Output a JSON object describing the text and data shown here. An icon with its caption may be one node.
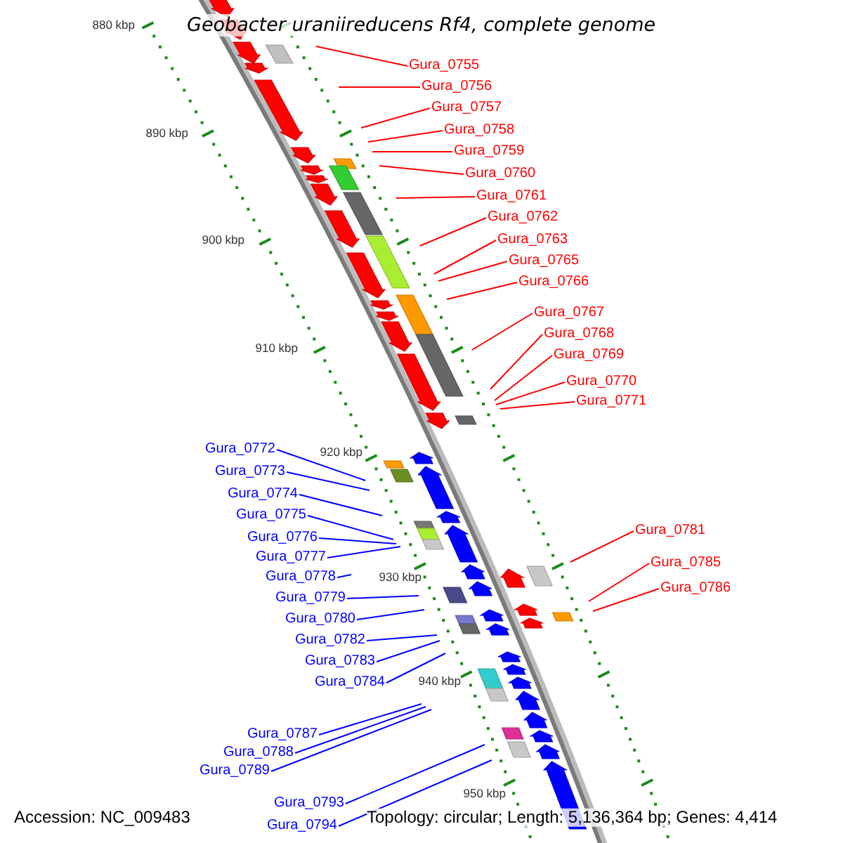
{
  "diagram": {
    "title": "Geobacter uraniireducens Rf4, complete genome",
    "nodes": [
      {
        "text": [
          "Gura_0755"
        ]
      },
      {
        "text": [
          "Gura_0756"
        ]
      },
      {
        "text": [
          "Gura_0757"
        ]
      },
      {
        "text": [
          "Gura_0758"
        ]
      },
      {
        "text": [
          "Gura_0759"
        ]
      },
      {
        "text": [
          "Gura_0760"
        ]
      },
      {
        "text": [
          "Gura_0761"
        ]
      },
      {
        "text": [
          "Gura_0762"
        ]
      },
      {
        "text": [
          "Gura_0763"
        ]
      },
      {
        "text": [
          "Gura_0765"
        ]
      },
      {
        "text": [
          "Gura_0766"
        ]
      },
      {
        "text": [
          "Gura_0767"
        ]
      },
      {
        "text": [
          "Gura_0768"
        ]
      },
      {
        "text": [
          "Gura_0769"
        ]
      },
      {
        "text": [
          "Gura_0770"
        ]
      },
      {
        "text": [
          "Gura_0771"
        ]
      },
      {
        "text": [
          "Gura_0772"
        ]
      },
      {
        "text": [
          "Gura_0773"
        ]
      },
      {
        "text": [
          "Gura_0774"
        ]
      },
      {
        "text": [
          "Gura_0775"
        ]
      },
      {
        "text": [
          "Gura_0776"
        ]
      },
      {
        "text": [
          "Gura_0777"
        ]
      },
      {
        "text": [
          "Gura_0778"
        ]
      },
      {
        "text": [
          "Gura_0779"
        ]
      },
      {
        "text": [
          "Gura_0780"
        ]
      },
      {
        "text": [
          "Gura_0781"
        ]
      },
      {
        "text": [
          "Gura_0782"
        ]
      },
      {
        "text": [
          "Gura_0783"
        ]
      },
      {
        "text": [
          "Gura_0784"
        ]
      },
      {
        "text": [
          "Gura_0785"
        ]
      },
      {
        "text": [
          "Gura_0786"
        ]
      },
      {
        "text": [
          "Gura_0787"
        ]
      },
      {
        "text": [
          "Gura_0788"
        ]
      },
      {
        "text": [
          "Gura_0789"
        ]
      },
      {
        "text": [
          "Gura_0793"
        ]
      },
      {
        "text": [
          "Gura_0794"
        ]
      }
    ],
    "edges": [
      {
        "from": 0,
        "to": null,
        "arrow": "none"
      },
      {
        "from": 1,
        "to": null,
        "arrow": "none"
      },
      {
        "from": 2,
        "to": null,
        "arrow": "none"
      },
      {
        "from": 3,
        "to": null,
        "arrow": "none"
      },
      {
        "from": 4,
        "to": null,
        "arrow": "none"
      },
      {
        "from": 5,
        "to": null,
        "arrow": "none"
      },
      {
        "from": 6,
        "to": null,
        "arrow": "none"
      },
      {
        "from": 7,
        "to": null,
        "arrow": "none"
      },
      {
        "from": 8,
        "to": null,
        "arrow": "none"
      },
      {
        "from": 9,
        "to": null,
        "arrow": "none"
      },
      {
        "from": 10,
        "to": null,
        "arrow": "none"
      },
      {
        "from": 11,
        "to": null,
        "arrow": "none"
      },
      {
        "from": 12,
        "to": null,
        "arrow": "none"
      },
      {
        "from": 13,
        "to": null,
        "arrow": "none"
      },
      {
        "from": 14,
        "to": null,
        "arrow": "none"
      },
      {
        "from": 15,
        "to": null,
        "arrow": "none"
      },
      {
        "from": 16,
        "to": null,
        "arrow": "none",
        "color": "#0000ff"
      },
      {
        "from": 17,
        "to": null,
        "arrow": "none",
        "color": "#0000ff"
      },
      {
        "from": 18,
        "to": null,
        "arrow": "none",
        "color": "#0000ff"
      },
      {
        "from": 19,
        "to": null,
        "arrow": "none",
        "color": "#0000ff"
      },
      {
        "from": 20,
        "to": null,
        "arrow": "none",
        "color": "#0000ff"
      },
      {
        "from": 21,
        "to": null,
        "arrow": "none",
        "color": "#0000ff"
      },
      {
        "from": 22,
        "to": null,
        "arrow": "none",
        "color": "#0000ff"
      },
      {
        "from": 23,
        "to": null,
        "arrow": "none",
        "color": "#0000ff"
      },
      {
        "from": 24,
        "to": null,
        "arrow": "none",
        "color": "#0000ff"
      },
      {
        "from": 25,
        "to": null,
        "arrow": "none"
      },
      {
        "from": 26,
        "to": null,
        "arrow": "none",
        "color": "#0000ff"
      },
      {
        "from": 27,
        "to": null,
        "arrow": "none",
        "color": "#0000ff"
      },
      {
        "from": 28,
        "to": null,
        "arrow": "none",
        "color": "#0000ff"
      },
      {
        "from": 29,
        "to": null,
        "arrow": "none"
      },
      {
        "from": 30,
        "to": null,
        "arrow": "none"
      },
      {
        "from": 31,
        "to": null,
        "arrow": "none",
        "color": "#0000ff"
      },
      {
        "from": 32,
        "to": null,
        "arrow": "none",
        "color": "#0000ff"
      },
      {
        "from": 33,
        "to": null,
        "arrow": "none",
        "color": "#0000ff"
      },
      {
        "from": 34,
        "to": null,
        "arrow": "none",
        "color": "#0000ff"
      },
      {
        "from": 35,
        "to": null,
        "arrow": "none",
        "color": "#0000ff"
      }
    ],
    "labels": [
      "880 kbp",
      "890 kbp",
      "900 kbp",
      "910 kbp",
      "920 kbp",
      "930 kbp",
      "940 kbp",
      "950 kbp",
      "Accession: NC_009483",
      "Topology: circular; Length: 5,136,364 bp; Genes: 4,414"
    ]
  }
}
